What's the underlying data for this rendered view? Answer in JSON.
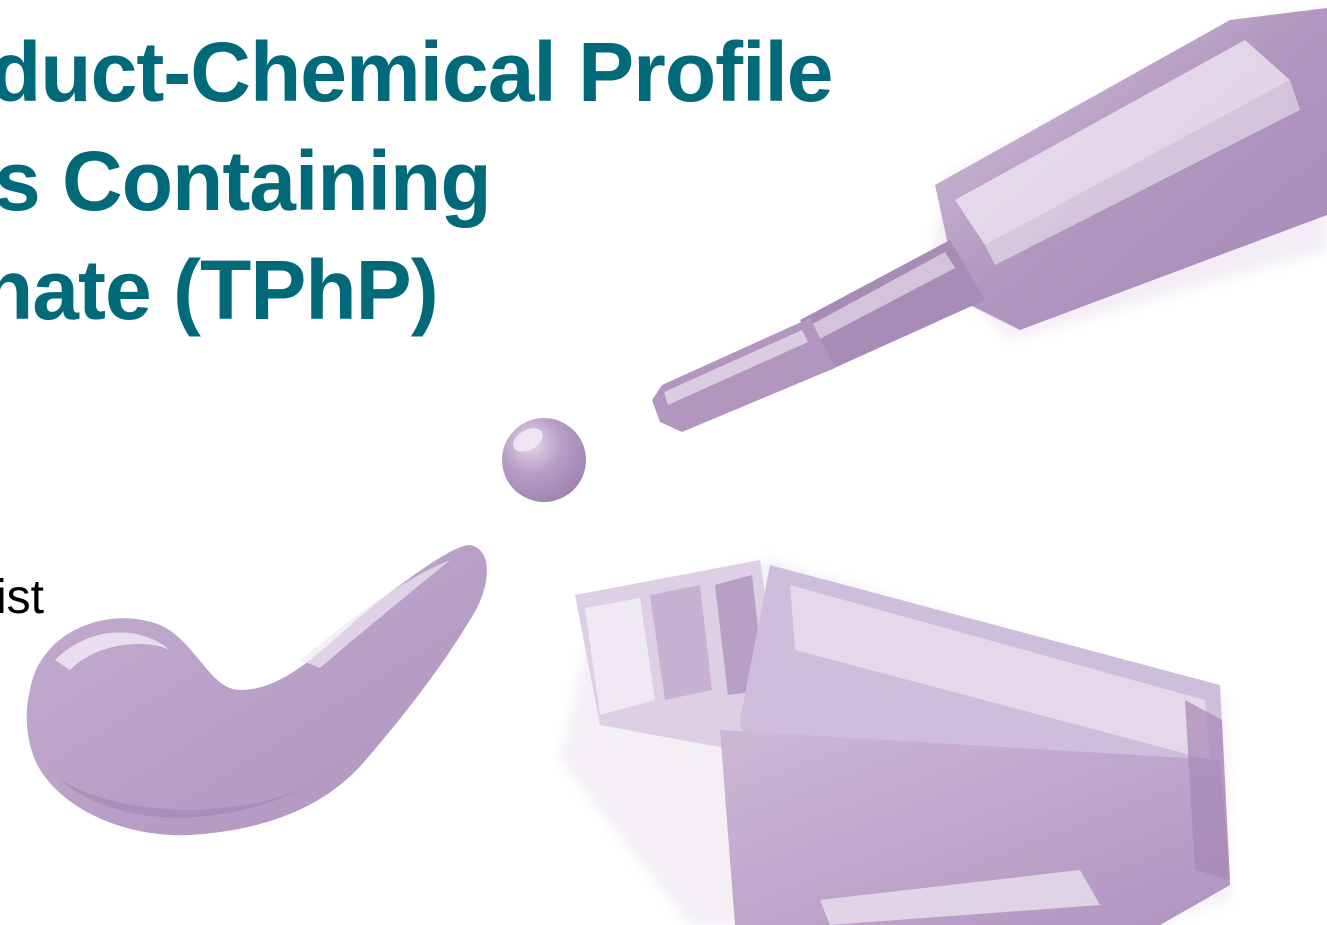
{
  "slide": {
    "title_lines": [
      "duct-Chemical Profile",
      "s Containing",
      "hate (TPhP)"
    ],
    "subtitle": "ist"
  },
  "colors": {
    "title": "#006a7a",
    "subtitle": "#000000",
    "polish_main": "#b69cc4",
    "polish_light": "#d6c6dd",
    "polish_dark": "#9a7aad",
    "background": "#ffffff"
  },
  "icons": {
    "brush": "nail-polish-brush-icon",
    "drop": "polish-drop-icon",
    "spill": "polish-spill-icon",
    "bottle": "nail-polish-bottle-icon"
  }
}
